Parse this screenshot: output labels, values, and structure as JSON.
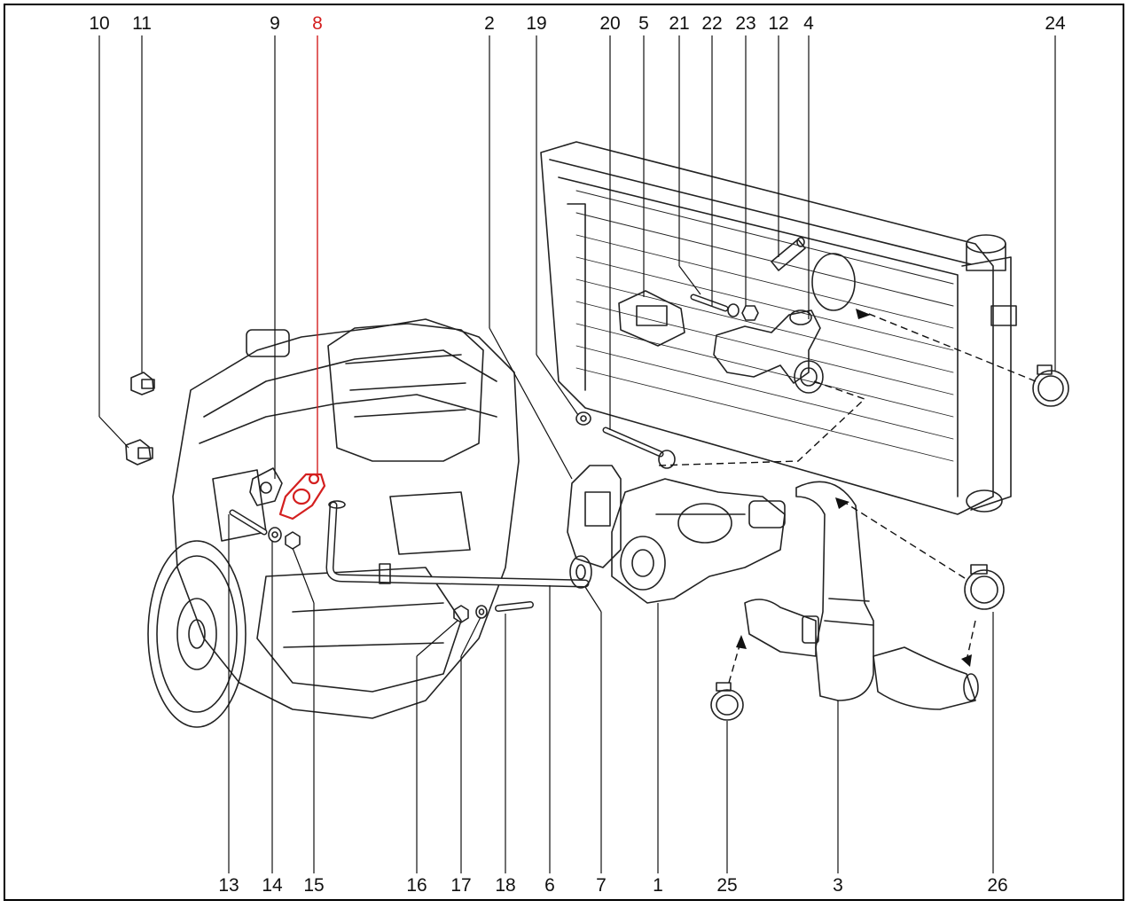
{
  "highlight_color": "#d41f1f",
  "line_color": "#111111",
  "callouts": {
    "top": [
      "10",
      "11",
      "9",
      "8",
      "2",
      "19",
      "20",
      "5",
      "21",
      "22",
      "23",
      "12",
      "4",
      "24"
    ],
    "bottom": [
      "13",
      "14",
      "15",
      "16",
      "17",
      "18",
      "6",
      "7",
      "1",
      "25",
      "3",
      "26"
    ]
  },
  "highlighted_part": "8"
}
